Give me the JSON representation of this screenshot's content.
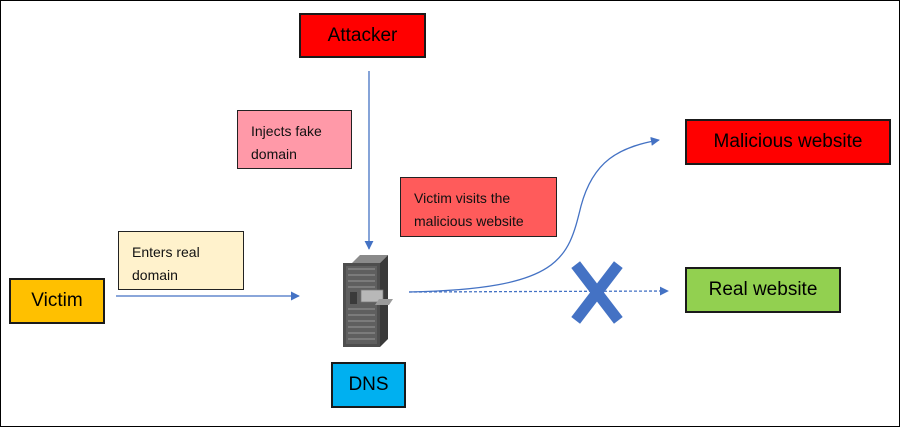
{
  "nodes": {
    "attacker": {
      "label": "Attacker",
      "color": "#ff0000"
    },
    "victim": {
      "label": "Victim",
      "color": "#ffc000"
    },
    "dns": {
      "label": "DNS",
      "color": "#00b0f0"
    },
    "malicious": {
      "label": "Malicious website",
      "color": "#ff0000"
    },
    "real": {
      "label": "Real website",
      "color": "#92d050"
    }
  },
  "notes": {
    "inject": {
      "line1": "Injects fake",
      "line2": "domain",
      "color": "#ff99a8"
    },
    "visit": {
      "line1": "Victim visits the",
      "line2": "malicious website",
      "color": "#ff5b5b"
    },
    "enter": {
      "line1": "Enters real",
      "line2": "domain",
      "color": "#fff2cc"
    }
  },
  "colors": {
    "arrow": "#4472c4",
    "blocked_mark": "#4472c4"
  },
  "icons": {
    "server": "server-icon",
    "blocked": "x-mark-icon"
  }
}
